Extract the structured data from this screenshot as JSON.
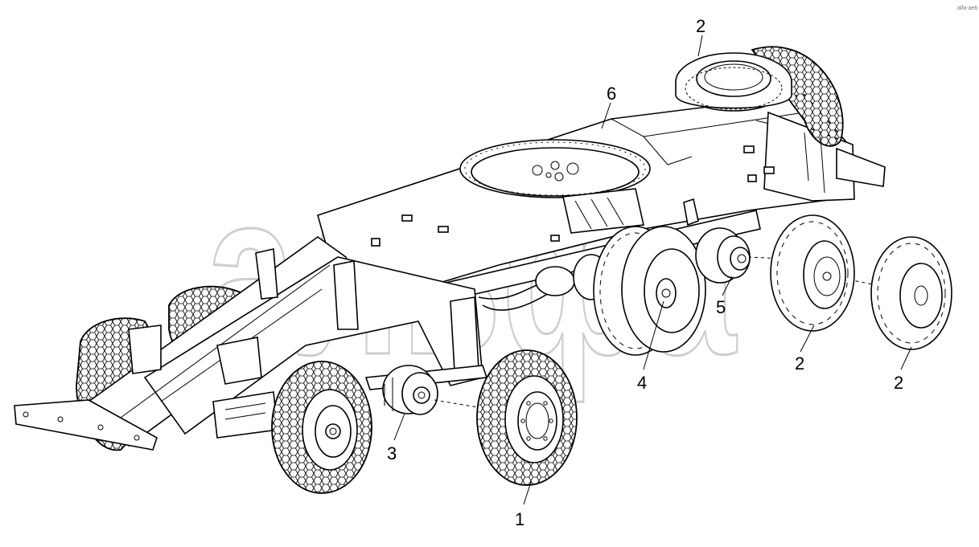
{
  "watermark": {
    "logo_text": "альфа",
    "trademark": "™"
  },
  "corner_mark": "alfa-aeb",
  "callouts": [
    {
      "id": "wheel-front",
      "label": "1"
    },
    {
      "id": "spare-wheel",
      "label": "2"
    },
    {
      "id": "rear-tire-left",
      "label": "2"
    },
    {
      "id": "rear-tire-right",
      "label": "2"
    },
    {
      "id": "front-hub",
      "label": "3"
    },
    {
      "id": "rear-wheel-inner",
      "label": "4"
    },
    {
      "id": "rear-hub",
      "label": "5"
    },
    {
      "id": "chassis-frame",
      "label": "6"
    }
  ]
}
